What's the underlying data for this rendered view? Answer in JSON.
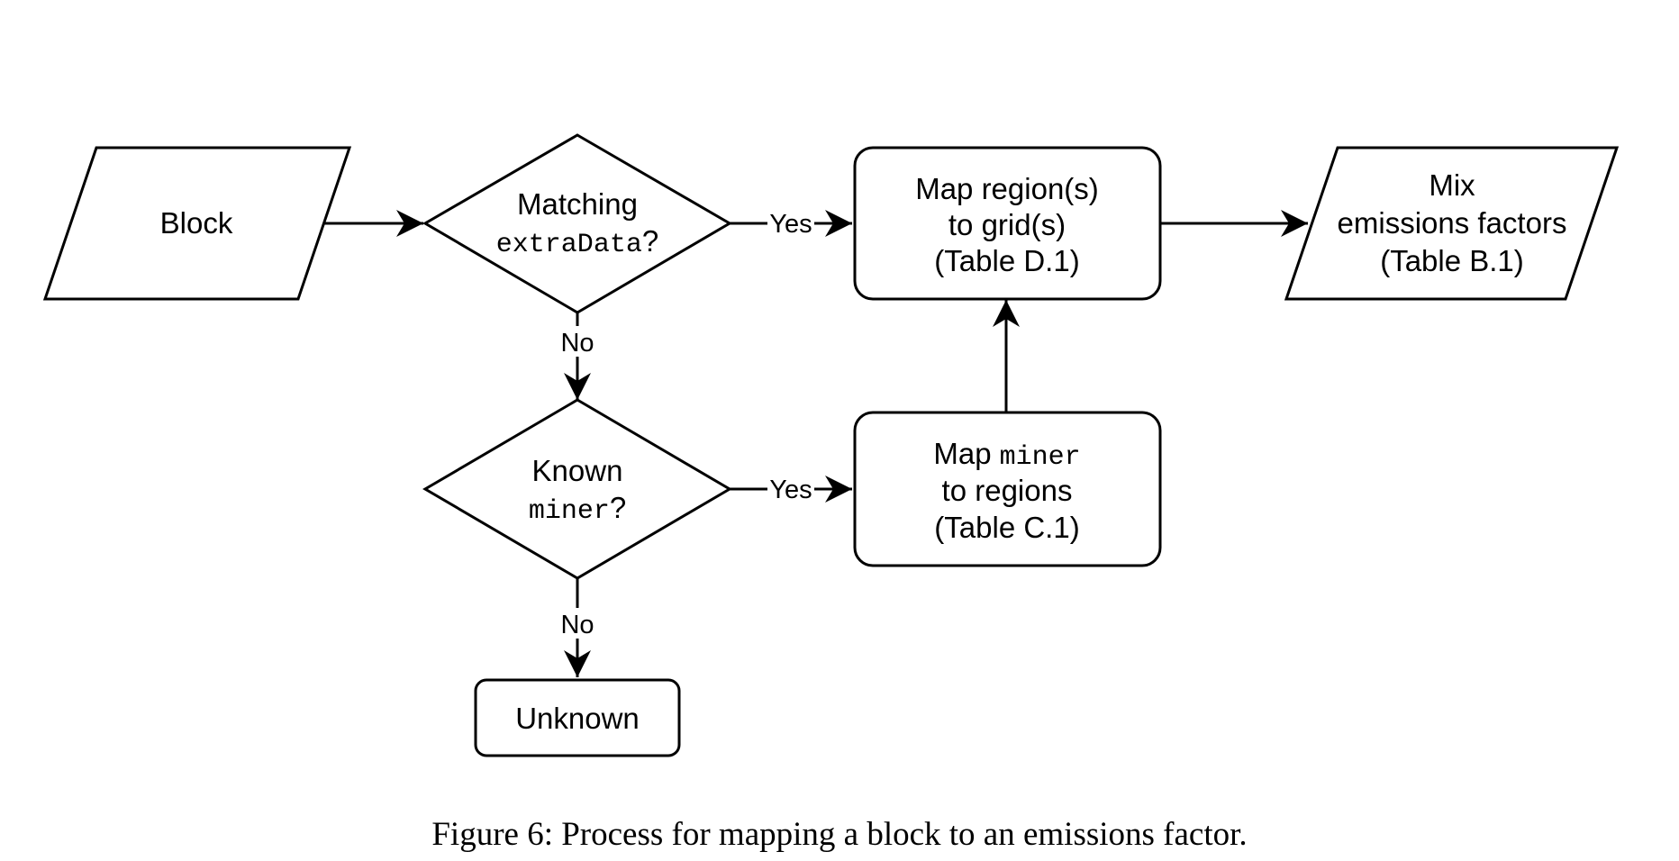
{
  "nodes": {
    "block": {
      "label": "Block"
    },
    "matching": {
      "line1": "Matching",
      "code": "extraData",
      "suffix": "?"
    },
    "map_region": {
      "line1": "Map region(s)",
      "line2": "to grid(s)",
      "line3": "(Table D.1)"
    },
    "mix": {
      "line1": "Mix",
      "line2": "emissions factors",
      "line3": "(Table B.1)"
    },
    "known": {
      "line1": "Known",
      "code": "miner",
      "suffix": "?"
    },
    "map_miner": {
      "prefix": "Map",
      "code": "miner",
      "line2": "to regions",
      "line3": "(Table C.1)"
    },
    "unknown": {
      "label": "Unknown"
    }
  },
  "edges": {
    "matching_yes": "Yes",
    "matching_no": "No",
    "known_yes": "Yes",
    "known_no": "No"
  },
  "caption": "Figure 6: Process for mapping a block to an emissions factor."
}
